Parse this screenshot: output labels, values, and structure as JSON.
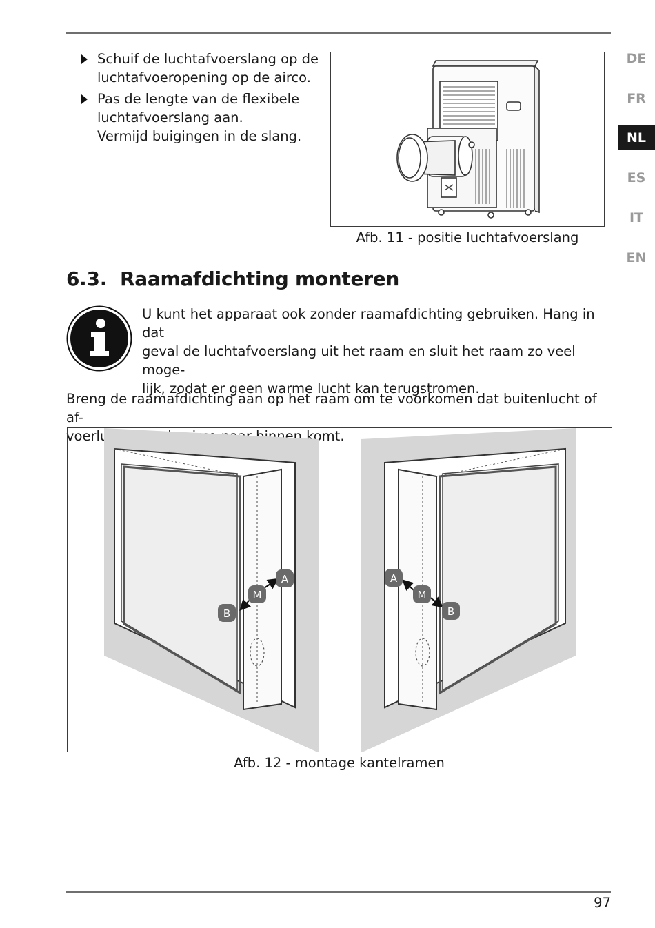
{
  "steps": [
    {
      "lines": [
        "Schuif de luchtafvoerslang op de",
        "luchtafvoeropening op de airco."
      ]
    },
    {
      "lines": [
        "Pas de lengte van de flexibele",
        "luchtafvoerslang aan.",
        "Vermijd buigingen in de slang."
      ]
    }
  ],
  "figure11": {
    "caption": "Afb. 11 - positie luchtafvoerslang"
  },
  "languages": [
    {
      "code": "DE",
      "active": false
    },
    {
      "code": "FR",
      "active": false
    },
    {
      "code": "NL",
      "active": true
    },
    {
      "code": "ES",
      "active": false
    },
    {
      "code": "IT",
      "active": false
    },
    {
      "code": "EN",
      "active": false
    }
  ],
  "section": {
    "number": "6.3.",
    "title": "Raamafdichting monteren"
  },
  "info_note": {
    "icon": "info-icon",
    "lines": [
      "U kunt het apparaat ook zonder raamafdichting gebruiken. Hang in dat",
      "geval de luchtafvoerslang uit het raam en sluit het raam zo veel moge-",
      "lijk, zodat er geen warme lucht kan terugstromen."
    ]
  },
  "body": {
    "lines": [
      "Breng de raamafdichting aan op het raam om te voorkomen dat buitenlucht of af-",
      "voerlucht van de airco naar binnen komt."
    ]
  },
  "figure12": {
    "caption": "Afb. 12 - montage kantelramen",
    "labels": {
      "a": "A",
      "m": "M",
      "b": "B"
    }
  },
  "page_number": "97",
  "colors": {
    "text": "#1a1a1a",
    "lang_inactive": "#9a9a9a",
    "label_badge": "#6a6a6a",
    "wall": "#d6d6d6"
  }
}
